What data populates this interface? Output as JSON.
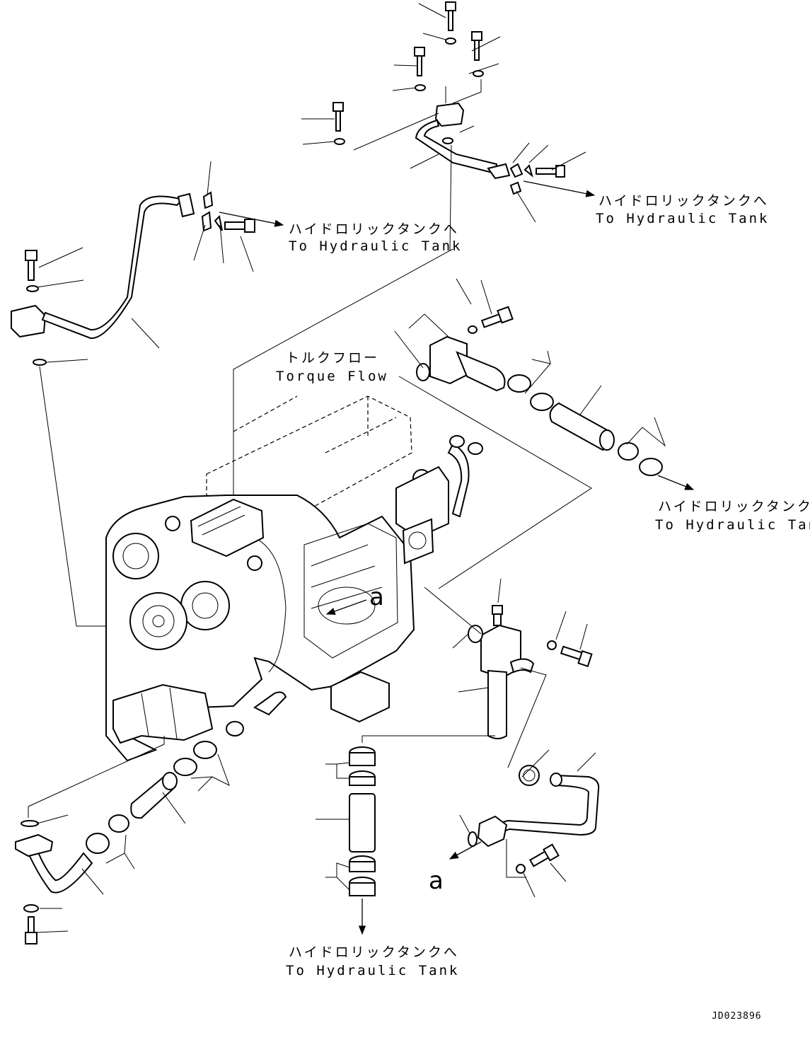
{
  "labels": {
    "tank_top_right": {
      "jp": "ハイドロリックタンクへ",
      "en": "To Hydraulic Tank"
    },
    "tank_top_left": {
      "jp": "ハイドロリックタンクへ",
      "en": "To Hydraulic Tank"
    },
    "tank_mid_right": {
      "jp": "ハイドロリックタンクへ",
      "en": "To Hydraulic Tank"
    },
    "tank_bottom": {
      "jp": "ハイドロリックタンクへ",
      "en": "To Hydraulic Tank"
    },
    "torque_flow": {
      "jp": "トルクフロー",
      "en": "Torque Flow"
    },
    "view_a_top": "a",
    "view_a_bottom": "a",
    "drawing_code": "JD023896"
  },
  "icons": [
    "bolt-icon",
    "washer-icon",
    "o-ring-icon",
    "hose-clamp-icon",
    "hose-icon",
    "pipe-icon",
    "arrow-icon"
  ]
}
